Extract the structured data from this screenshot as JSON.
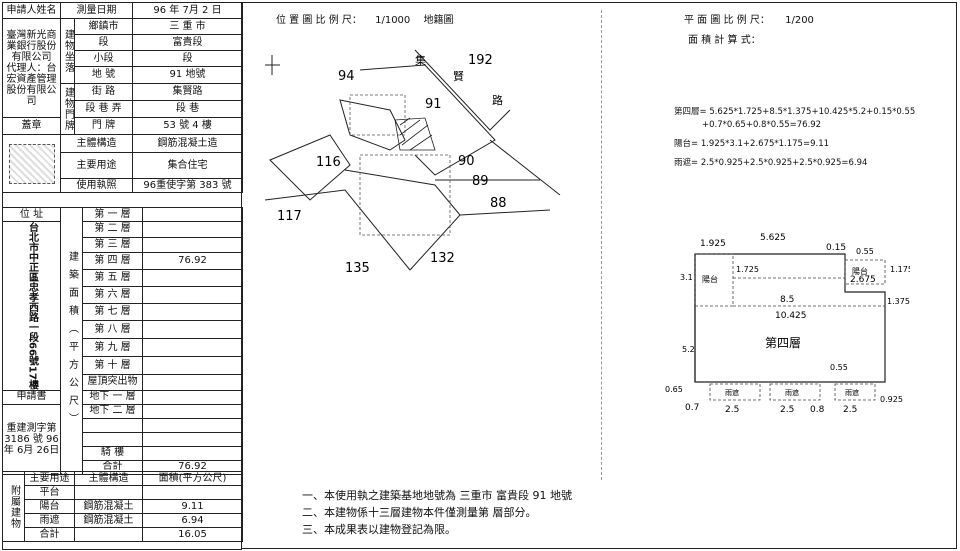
{
  "left_table": {
    "applicant_name_label": "申請人姓名",
    "applicant_name": "臺灣新光商業銀行股份有限公司",
    "agent": "代理人：台宏資產管理股份有限公司",
    "seal_label": "蓋章",
    "survey_date_label": "測量日期",
    "survey_date": "96 年 7月 2 日",
    "building_location_label": "建物坐落",
    "township_label": "鄉鎮市",
    "township": "三 重 市",
    "section_label": "段",
    "section": "富貴段",
    "subsection_label": "小段",
    "subsection": "段",
    "lot_label": "地 號",
    "lot": "91 地號",
    "door_label": "建物門牌",
    "street_label": "街 路",
    "street": "集賢路",
    "lane_label": "段 巷 弄",
    "lane": "段 巷",
    "number_label": "門 牌",
    "number": "53 號 4 樓",
    "structure_label": "主體構造",
    "structure": "鋼筋混凝土造",
    "use_label": "主要用途",
    "use": "集合住宅",
    "permit_label": "使用執照",
    "permit": "96重使字第 383 號",
    "address_label": "位 址",
    "address": "台北市中正區忠孝西路一段66號17樓",
    "area_header": "建築面積（平方公尺）",
    "floors": [
      "第 一 層",
      "第 二 層",
      "第 三 層",
      "第 四 層",
      "第 五 層",
      "第 六 層",
      "第 七 層",
      "第 八 層",
      "第 九 層",
      "第 十 層",
      "屋頂突出物",
      "地下 一 層",
      "地下 二 層",
      "",
      "",
      "騎 樓",
      "合計"
    ],
    "floor_values": [
      "",
      "",
      "",
      "76.92",
      "",
      "",
      "",
      "",
      "",
      "",
      "",
      "",
      "",
      "",
      "",
      "",
      "76.92"
    ],
    "application_label": "申請書",
    "application": "重建測字第 3186 號 96年 6月 26日",
    "attached_label": "附屬建物",
    "attached_headers": [
      "主要用途",
      "主體構造",
      "面積(平方公尺)"
    ],
    "attached": [
      {
        "use": "平台",
        "structure": "",
        "area": ""
      },
      {
        "use": "陽台",
        "structure": "鋼筋混凝土",
        "area": "9.11"
      },
      {
        "use": "雨遮",
        "structure": "鋼筋混凝土",
        "area": "6.94"
      },
      {
        "use": "合計",
        "structure": "",
        "area": "16.05"
      }
    ]
  },
  "location_map": {
    "title": "位 置 圖  比 例 尺：",
    "scale": "1/1000",
    "subtitle": "地籍圖",
    "lots": [
      "192",
      "94",
      "91",
      "116",
      "90",
      "89",
      "88",
      "117",
      "135",
      "132"
    ],
    "road_chars": [
      "集",
      "賢",
      "路"
    ]
  },
  "floor_plan": {
    "title": "平 面 圖  比 例 尺：",
    "scale": "1/200",
    "calc_label": "面 積 計 算 式：",
    "formulas": [
      "第四層= 5.625*1.725+8.5*1.375+10.425*5.2+0.15*0.55",
      "+0.7*0.65+0.8*0.55=76.92",
      "陽台= 1.925*3.1+2.675*1.175=9.11",
      "雨遮= 2.5*0.925+2.5*0.925+2.5*0.925=6.94"
    ],
    "floor_name": "第四層",
    "balcony": "陽台",
    "canopy": "雨遮",
    "dims": [
      "1.925",
      "5.625",
      "0.15",
      "0.55",
      "3.1",
      "1.725",
      "2.675",
      "1.175",
      "1.375",
      "8.5",
      "10.425",
      "5.2",
      "0.65",
      "0.55",
      "0.925",
      "0.7",
      "2.5",
      "2.5",
      "0.8",
      "2.5"
    ]
  },
  "notes": [
    "一、本使用執之建築基地地號為 三重市  富貴段  91  地號",
    "二、本建物係十三層建物本件僅測量第     層部分。",
    "三、本成果表以建物登記為限。"
  ]
}
